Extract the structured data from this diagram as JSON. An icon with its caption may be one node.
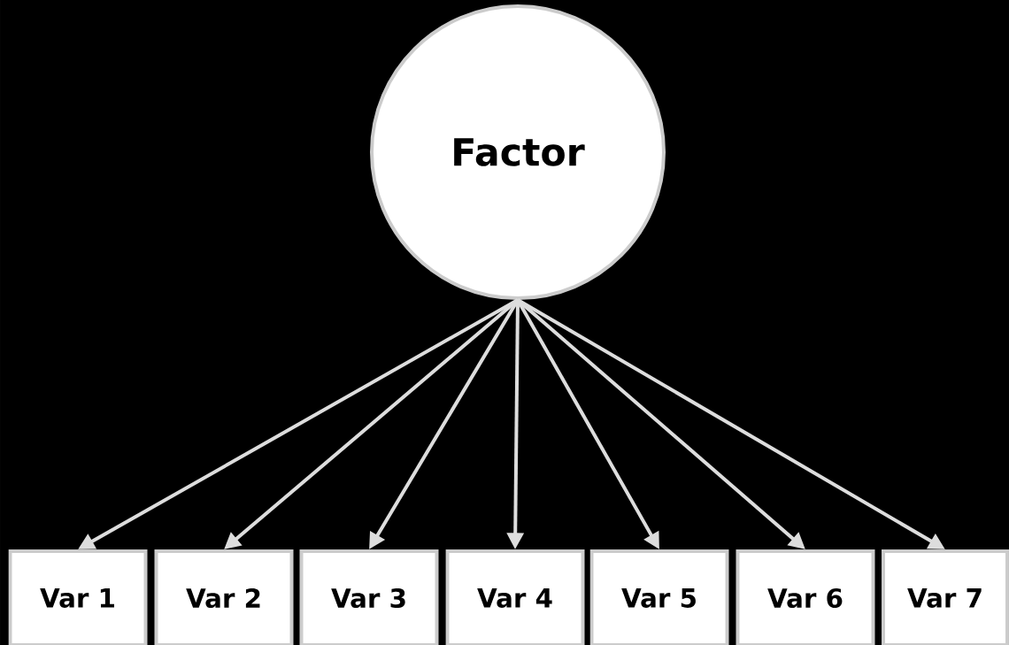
{
  "diagram": {
    "nodes": [
      {
        "text": [
          "Factor"
        ]
      },
      {
        "text": [
          "Var 1"
        ]
      },
      {
        "text": [
          "Var 2"
        ]
      },
      {
        "text": [
          "Var 3"
        ]
      },
      {
        "text": [
          "Var 4"
        ]
      },
      {
        "text": [
          "Var 5"
        ]
      },
      {
        "text": [
          "Var 6"
        ]
      },
      {
        "text": [
          "Var 7"
        ]
      }
    ],
    "edges": [
      {
        "from": 0,
        "to": 1,
        "arrow": "to"
      },
      {
        "from": 0,
        "to": 2,
        "arrow": "to"
      },
      {
        "from": 0,
        "to": 3,
        "arrow": "to"
      },
      {
        "from": 0,
        "to": 4,
        "arrow": "to"
      },
      {
        "from": 0,
        "to": 5,
        "arrow": "to"
      },
      {
        "from": 0,
        "to": 6,
        "arrow": "to"
      },
      {
        "from": 0,
        "to": 7,
        "arrow": "to"
      }
    ]
  }
}
